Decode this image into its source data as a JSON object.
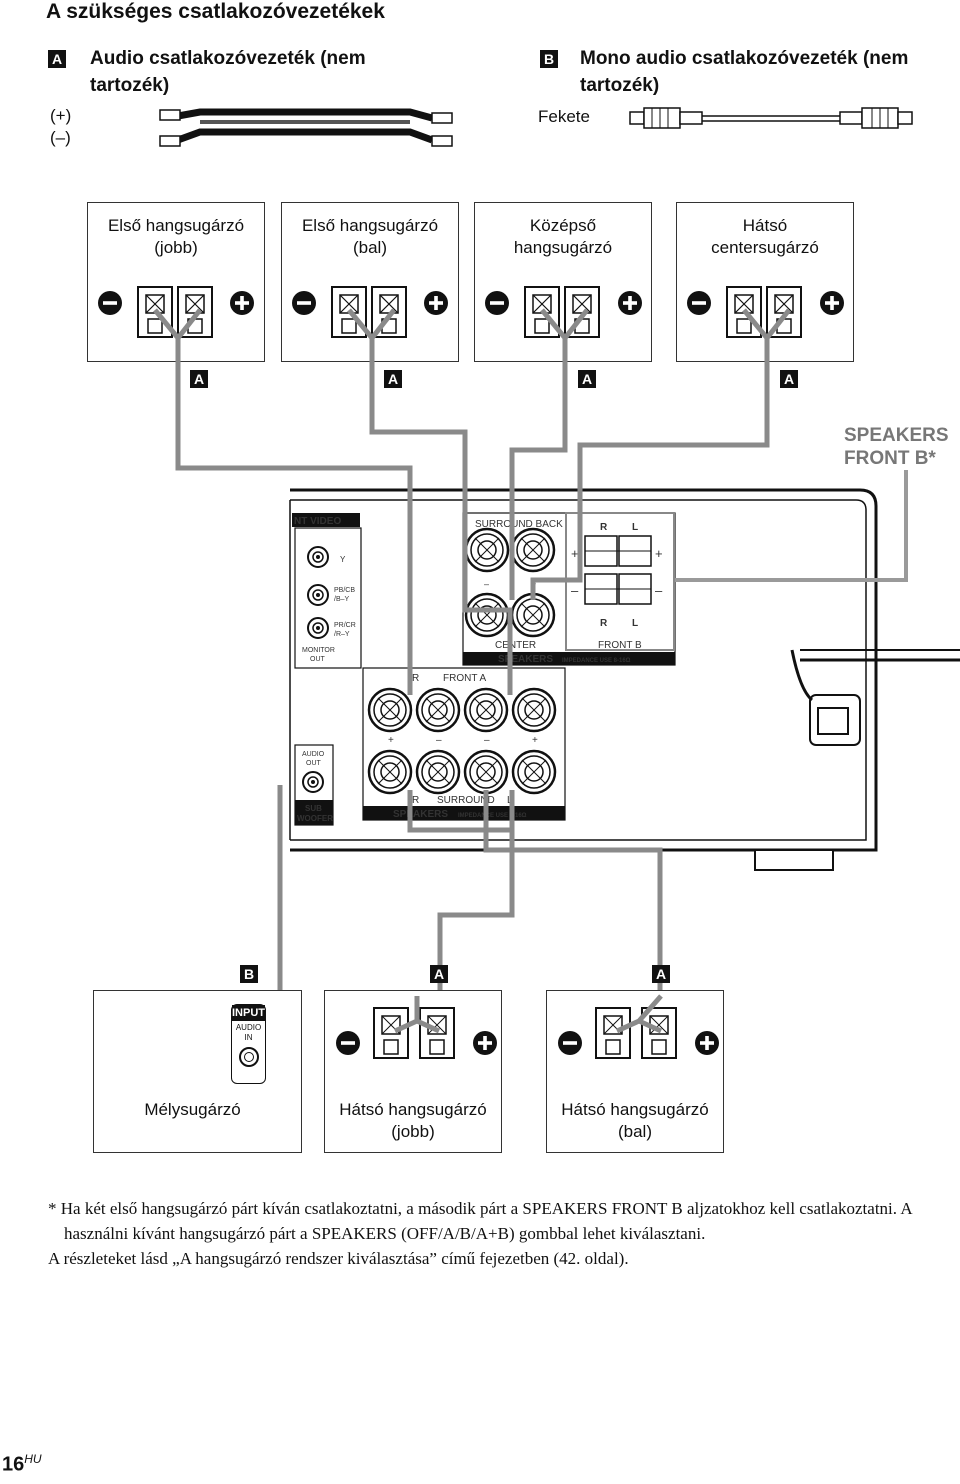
{
  "title": "A szükséges csatlakozóvezetékek",
  "cables": {
    "a": {
      "badge": "A",
      "label_line1": "Audio csatlakozóvezeték (nem",
      "label_line2": "tartozék)",
      "plus": "(+)",
      "minus": "(–)"
    },
    "b": {
      "badge": "B",
      "label_line1": "Mono audio csatlakozóvezeték (nem",
      "label_line2": "tartozék)",
      "color_label": "Fekete"
    }
  },
  "top_speakers": [
    {
      "line1": "Első hangsugárzó",
      "line2": "(jobb)",
      "cable": "A"
    },
    {
      "line1": "Első hangsugárzó",
      "line2": "(bal)",
      "cable": "A"
    },
    {
      "line1": "Középső",
      "line2": "hangsugárzó",
      "cable": "A"
    },
    {
      "line1": "Hátsó",
      "line2": "centersugárzó",
      "cable": "A"
    }
  ],
  "front_b_label": {
    "line1": "SPEAKERS",
    "line2": "FRONT B*"
  },
  "panel": {
    "video_header": "NT VIDEO",
    "y": "Y",
    "pb": "PB/CB",
    "pb_sub": "/B–Y",
    "pr": "PR/CR",
    "pr_sub": "/R–Y",
    "monitor": "MONITOR",
    "monitor_out": "OUT",
    "surround_back": "SURROUND BACK",
    "center": "CENTER",
    "front_b": "FRONT B",
    "front_a": "FRONT A",
    "surround": "SURROUND",
    "speakers": "SPEAKERS",
    "impedance": "IMPEDANCE USE 8-16Ω",
    "r": "R",
    "l": "L",
    "audio": "AUDIO",
    "out": "OUT",
    "sub": "SUB",
    "woofer": "WOOFER",
    "plus": "+",
    "minus": "–"
  },
  "bottom_cable_badges": [
    "B",
    "A",
    "A"
  ],
  "subwoofer": {
    "label": "Mélysugárzó",
    "input": "INPUT",
    "audio": "AUDIO",
    "in": "IN"
  },
  "rear_speakers": [
    {
      "line1": "Hátsó hangsugárzó",
      "line2": "(jobb)"
    },
    {
      "line1": "Hátsó hangsugárzó",
      "line2": "(bal)"
    }
  ],
  "footnote": {
    "p1": "* Ha két első hangsugárzó párt kíván csatlakoztatni, a második párt a SPEAKERS FRONT B aljzatokhoz kell csatlakoztatni. A használni kívánt hangsugárzó párt a SPEAKERS (OFF/A/B/A+B) gombbal lehet kiválasztani.",
    "p2": "A részleteket lásd „A hangsugárzó rendszer kiválasztása” című fejezetben (42. oldal)."
  },
  "page": {
    "number": "16",
    "suffix": "HU"
  }
}
